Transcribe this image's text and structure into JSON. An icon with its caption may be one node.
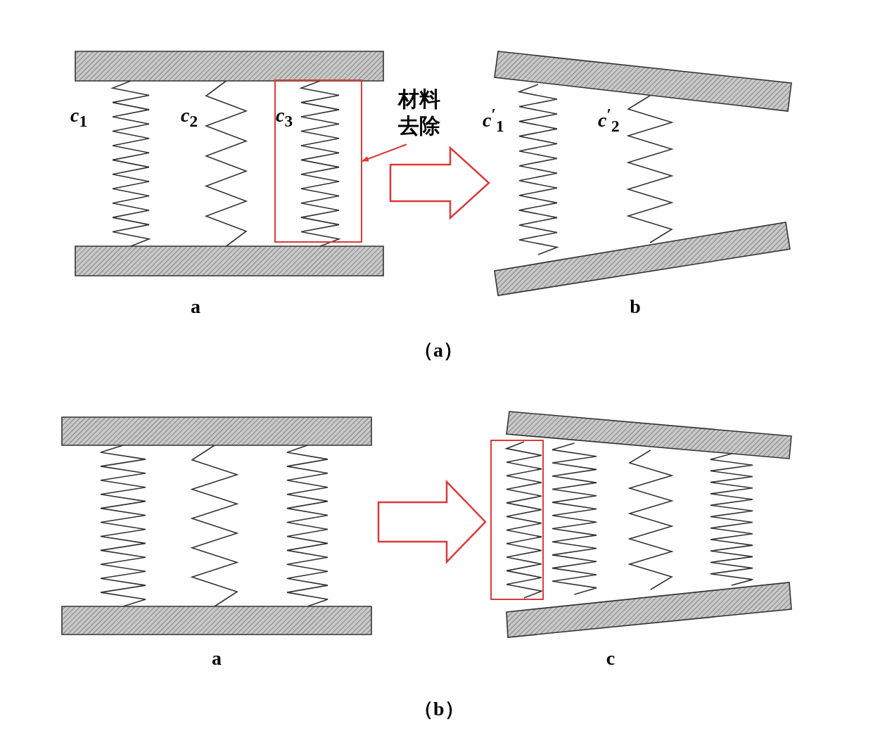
{
  "diagram": {
    "nodes": [
      {
        "text": [],
        "shape": "picture",
        "beside": [
          "a"
        ]
      },
      {
        "text": [],
        "shape": "box",
        "in": 0
      },
      {
        "text": [
          "材料去除"
        ]
      },
      {
        "text": [],
        "shape": "picture",
        "beside": [
          "b"
        ]
      },
      {
        "text": [],
        "shape": "picture",
        "beside": [
          "a"
        ]
      },
      {
        "text": [],
        "shape": "picture",
        "beside": [
          "c"
        ]
      },
      {
        "text": [],
        "shape": "box"
      }
    ],
    "edges": [
      {
        "from": 2,
        "to": 1,
        "arrow": "to",
        "color": "#d93a3a"
      },
      {
        "from": 0,
        "to": 3,
        "arrow": "to",
        "style": "thick",
        "color": "#d93a3a"
      },
      {
        "from": 4,
        "to": 5,
        "arrow": "to",
        "style": "thick",
        "color": "#d93a3a"
      }
    ],
    "labels": [
      "*c*$_{1}$",
      "*c*$_{2}$",
      "*c*$_{3}$",
      "*c*$^{′}$$_{1}$",
      "*c*$^{′}$$_{2}$",
      "（a）",
      "（b）"
    ]
  }
}
